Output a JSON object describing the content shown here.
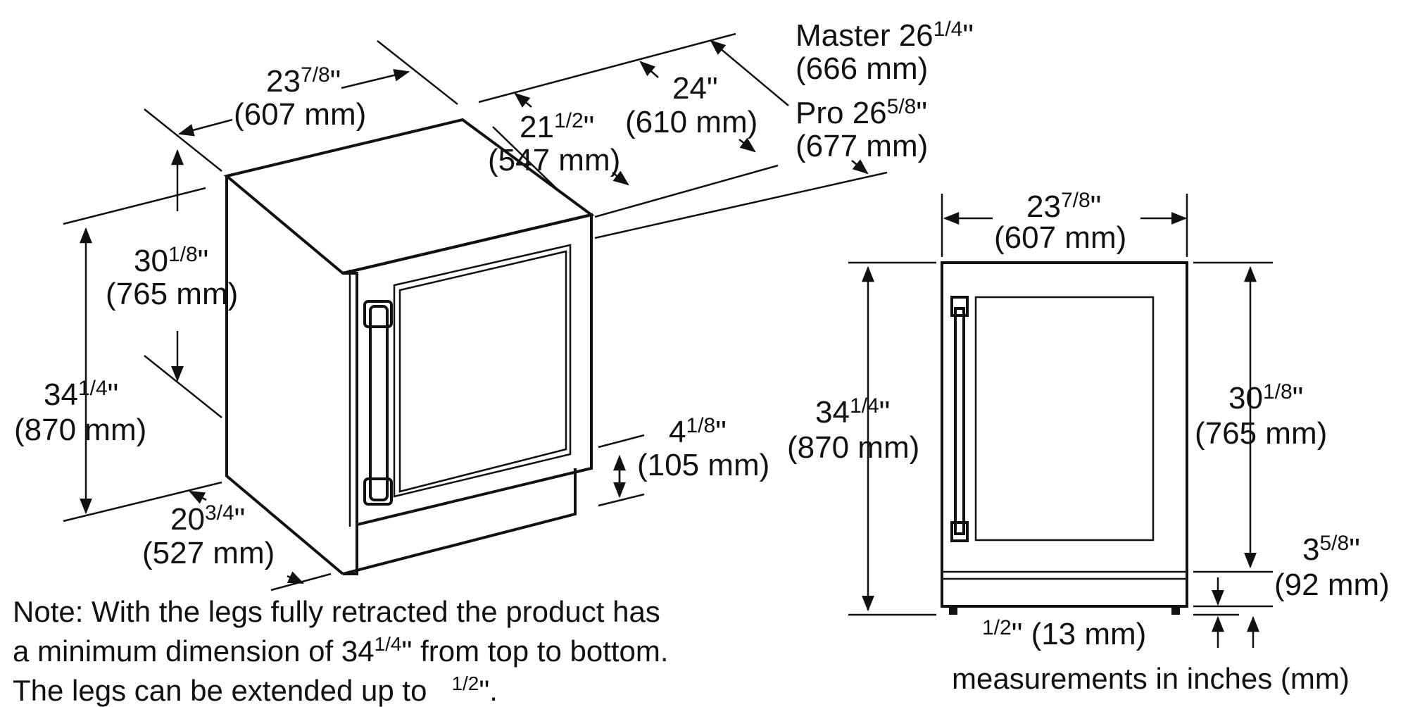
{
  "note": {
    "line1": "Note: With the legs fully retracted the product has",
    "line2_pre": "a minimum dimension of 34",
    "line2_sup": "1/4",
    "line2_post": "\" from top to bottom.",
    "line3_pre": "The legs can be extended up to ",
    "line3_sup": "1/2",
    "line3_post": "\"."
  },
  "units_caption": "measurements in inches (mm)",
  "iso_view": {
    "depth_total": {
      "master_prefix": "Master 26",
      "master_frac": "1/4",
      "master_mm": "(666 mm)",
      "pro_prefix": "Pro 26",
      "pro_frac": "5/8",
      "pro_mm": "(677 mm)"
    },
    "depth_24": {
      "whole": "24\"",
      "mm": "(610 mm)"
    },
    "depth_body": {
      "whole": "21",
      "frac": "1/2",
      "mm": "(547 mm)"
    },
    "width_top": {
      "whole": "23",
      "frac": "7/8",
      "mm": "(607 mm)"
    },
    "body_height": {
      "whole": "30",
      "frac": "1/8",
      "mm": "(765 mm)"
    },
    "total_height": {
      "whole": "34",
      "frac": "1/4",
      "mm": "(870 mm)"
    },
    "side_depth": {
      "whole": "20",
      "frac": "3/4",
      "mm": "(527 mm)"
    },
    "toe_kick": {
      "whole": "4",
      "frac": "1/8",
      "mm": "(105 mm)"
    }
  },
  "front_view": {
    "width": {
      "whole": "23",
      "frac": "7/8",
      "mm": "(607 mm)"
    },
    "total_height": {
      "whole": "34",
      "frac": "1/4",
      "mm": "(870 mm)"
    },
    "body_height": {
      "whole": "30",
      "frac": "1/8",
      "mm": "(765 mm)"
    },
    "base": {
      "whole": "3",
      "frac": "5/8",
      "mm": "(92 mm)"
    },
    "leg": {
      "frac": "1/2",
      "rest": "\" (13 mm)"
    }
  }
}
